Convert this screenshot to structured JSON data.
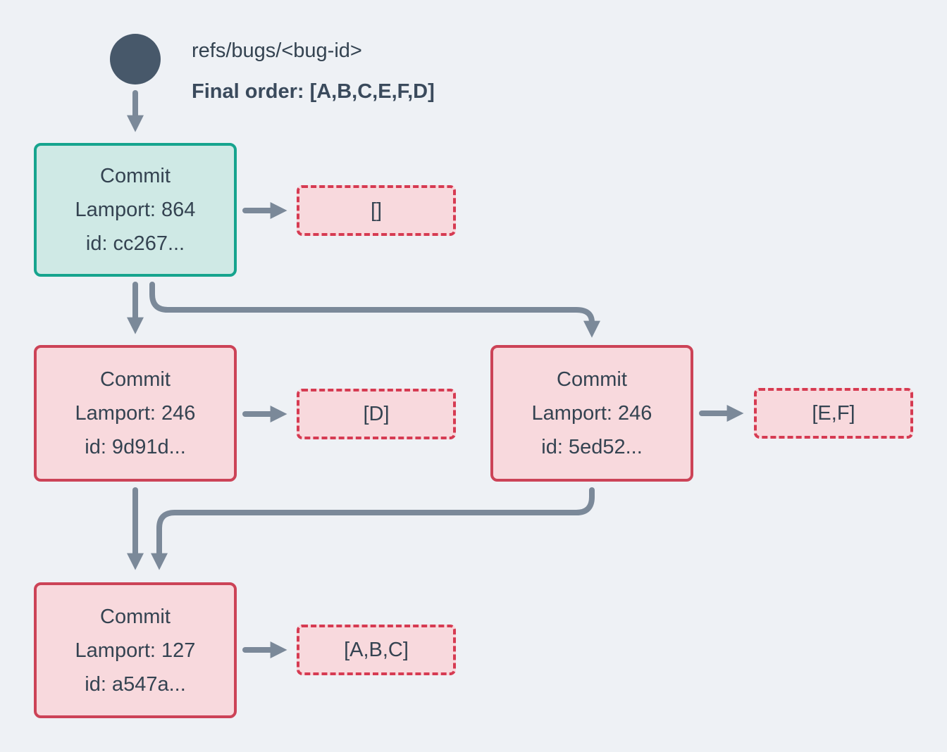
{
  "header": {
    "ref_label": "refs/bugs/<bug-id>",
    "final_order_label": "Final order: [A,B,C,E,F,D]"
  },
  "colors": {
    "background": "#eef1f5",
    "text": "#344351",
    "teal_border": "#16a48e",
    "teal_fill": "#cfe9e5",
    "red_border": "#cc4357",
    "red_dashed_border": "#d63b52",
    "pink_fill": "#f8d9dd",
    "arrow": "#7b8999",
    "ref_circle": "#47586a"
  },
  "nodes": [
    {
      "title": "Commit",
      "lamport": "Lamport: 864",
      "commit_id": "id: cc267...",
      "payload": "[]"
    },
    {
      "title": "Commit",
      "lamport": "Lamport: 246",
      "commit_id": "id: 9d91d...",
      "payload": "[D]"
    },
    {
      "title": "Commit",
      "lamport": "Lamport: 246",
      "commit_id": "id: 5ed52...",
      "payload": "[E,F]"
    },
    {
      "title": "Commit",
      "lamport": "Lamport: 127",
      "commit_id": "id: a547a...",
      "payload": "[A,B,C]"
    }
  ]
}
